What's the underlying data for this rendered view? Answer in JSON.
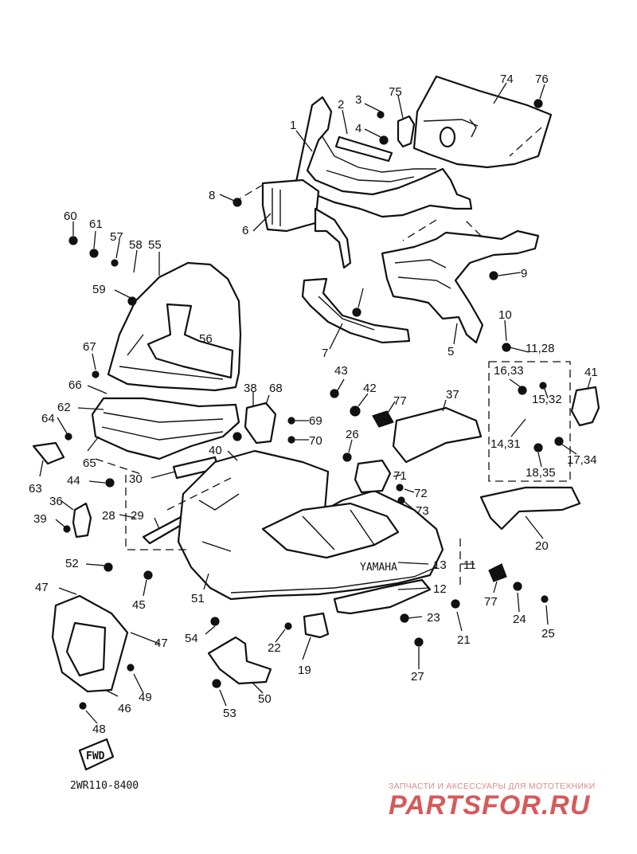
{
  "diagram": {
    "drawing_code": "2WR110-8400",
    "callouts": [
      "1",
      "2",
      "3",
      "4",
      "75",
      "74",
      "76",
      "8",
      "6",
      "9",
      "10",
      "11,28",
      "41",
      "16,33",
      "15,32",
      "14,31",
      "17,34",
      "18,35",
      "7",
      "5",
      "60",
      "61",
      "57",
      "58",
      "55",
      "59",
      "56",
      "67",
      "66",
      "62",
      "64",
      "63",
      "65",
      "38",
      "68",
      "69",
      "70",
      "43",
      "42",
      "77",
      "37",
      "26",
      "71",
      "72",
      "73",
      "40",
      "30",
      "44",
      "36",
      "28",
      "29",
      "39",
      "52",
      "45",
      "51",
      "47",
      "54",
      "22",
      "19",
      "46",
      "49",
      "48",
      "53",
      "50",
      "23",
      "27",
      "21",
      "12",
      "13",
      "11",
      "77",
      "24",
      "25",
      "20"
    ],
    "fwd_mark": "FWD"
  },
  "watermark": {
    "tagline": "ЗАПЧАСТИ И АКСЕССУАРЫ ДЛЯ МОТОТЕХНИКИ",
    "brand": "PARTSFOR.RU"
  }
}
